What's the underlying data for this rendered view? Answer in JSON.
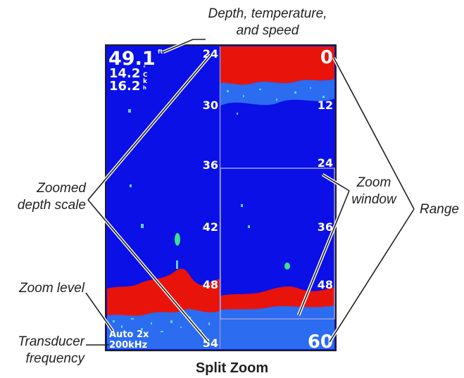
{
  "caption": "Split Zoom",
  "callouts": {
    "depth_temp_speed_line1": "Depth, temperature,",
    "depth_temp_speed_line2": "and speed",
    "zoomed_depth_scale_line1": "Zoomed",
    "zoomed_depth_scale_line2": "depth scale",
    "zoom_window_line1": "Zoom",
    "zoom_window_line2": "window",
    "range": "Range",
    "zoom_level": "Zoom level",
    "transducer_frequency_line1": "Transducer",
    "transducer_frequency_line2": "frequency"
  },
  "screen": {
    "readouts": {
      "depth": "49.1",
      "depth_unit": "ft",
      "temperature": "14.2",
      "temperature_unit_top": "°",
      "temperature_unit_bottom": "C",
      "speed": "16.2",
      "speed_unit_top": "k",
      "speed_unit_bottom": "h"
    },
    "zoomed_scale": [
      "24",
      "30",
      "36",
      "42",
      "48",
      "54"
    ],
    "range_scale": [
      "0",
      "12",
      "24",
      "36",
      "48",
      "60"
    ],
    "zoom_level": "Auto 2x",
    "frequency": "200kHz"
  },
  "colors": {
    "water": "#0a10e6",
    "bottom_return": "#e8140c",
    "clutter": "#5fd0f0",
    "text": "#231f20",
    "frame": "#231f20"
  }
}
